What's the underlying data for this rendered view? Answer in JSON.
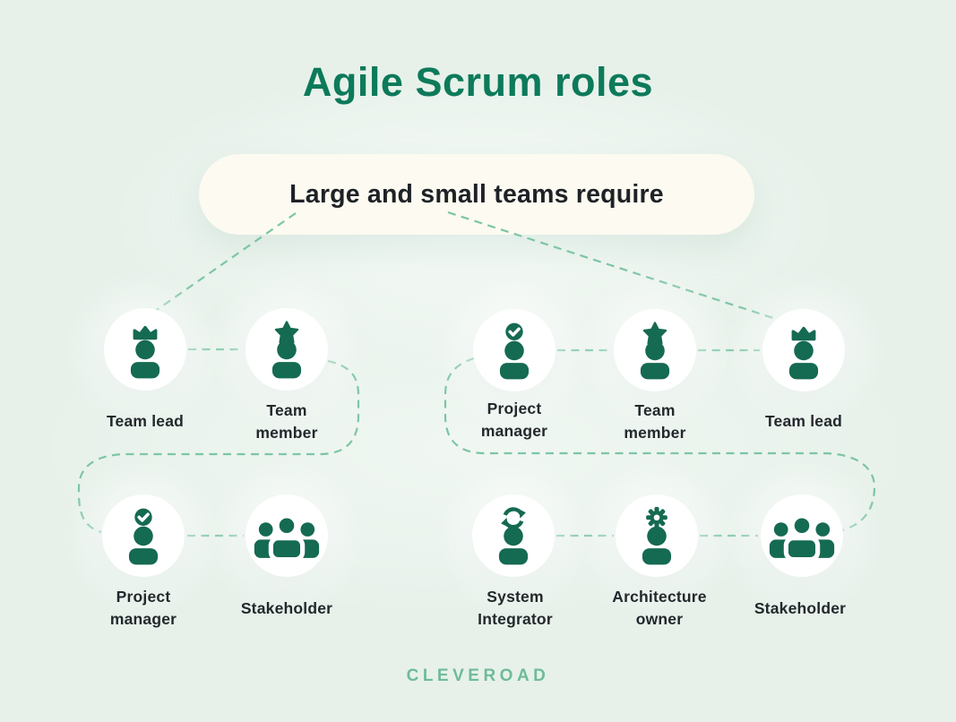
{
  "title": "Agile Scrum roles",
  "banner": {
    "text": "Large and small teams require"
  },
  "groups": {
    "left": {
      "top_row": [
        {
          "label": "Team lead",
          "icon": "crown-person-icon"
        },
        {
          "label": "Team\nmember",
          "icon": "star-person-icon"
        }
      ],
      "bottom_row": [
        {
          "label": "Project\nmanager",
          "icon": "check-person-icon"
        },
        {
          "label": "Stakeholder",
          "icon": "people-group-icon"
        }
      ]
    },
    "right": {
      "top_row": [
        {
          "label": "Project\nmanager",
          "icon": "check-person-icon"
        },
        {
          "label": "Team\nmember",
          "icon": "star-person-icon"
        },
        {
          "label": "Team lead",
          "icon": "crown-person-icon"
        }
      ],
      "bottom_row": [
        {
          "label": "System\nIntegrator",
          "icon": "cycle-person-icon"
        },
        {
          "label": "Architecture\nowner",
          "icon": "gear-person-icon"
        },
        {
          "label": "Stakeholder",
          "icon": "people-group-icon"
        }
      ]
    }
  },
  "footer": {
    "logo_text": "CLEVEROAD"
  },
  "colors": {
    "background": "#e7f1ea",
    "title_green": "#0d7a5a",
    "icon_green": "#156a52",
    "dash_green": "#7cc5a4",
    "banner_bg": "#fcfaf1",
    "label_text": "#23282c",
    "logo_green": "#6fbb98",
    "circle_bg": "#ffffff"
  }
}
